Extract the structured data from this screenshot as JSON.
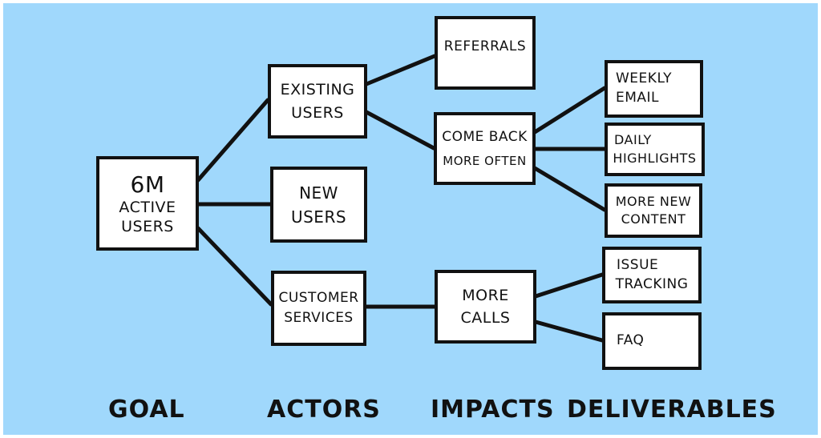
{
  "colors": {
    "background": "#a0d8fc",
    "box": "#ffffff",
    "ink": "#111111"
  },
  "columns": [
    "GOAL",
    "ACTORS",
    "IMPACTS",
    "DELIVERABLES"
  ],
  "nodes": {
    "goal": [
      "6M",
      "ACTIVE",
      "USERS"
    ],
    "existing_users": [
      "EXISTING",
      "USERS"
    ],
    "new_users": [
      "NEW",
      "USERS"
    ],
    "customer_services": [
      "CUSTOMER",
      "SERVICES"
    ],
    "referrals": [
      "REFERRALS"
    ],
    "come_back": [
      "COME BACK",
      "MORE OFTEN"
    ],
    "more_calls": [
      "MORE",
      "CALLS"
    ],
    "weekly_email": [
      "WEEKLY",
      "EMAIL"
    ],
    "daily_highlights": [
      "DAILY",
      "HIGHLIGHTS"
    ],
    "more_new_content": [
      "MORE NEW",
      "CONTENT"
    ],
    "issue_tracking": [
      "ISSUE",
      "TRACKING"
    ],
    "faq": [
      "FAQ"
    ]
  },
  "edges": [
    [
      "goal",
      "existing_users"
    ],
    [
      "goal",
      "new_users"
    ],
    [
      "goal",
      "customer_services"
    ],
    [
      "existing_users",
      "referrals"
    ],
    [
      "existing_users",
      "come_back"
    ],
    [
      "customer_services",
      "more_calls"
    ],
    [
      "come_back",
      "weekly_email"
    ],
    [
      "come_back",
      "daily_highlights"
    ],
    [
      "come_back",
      "more_new_content"
    ],
    [
      "more_calls",
      "issue_tracking"
    ],
    [
      "more_calls",
      "faq"
    ]
  ]
}
